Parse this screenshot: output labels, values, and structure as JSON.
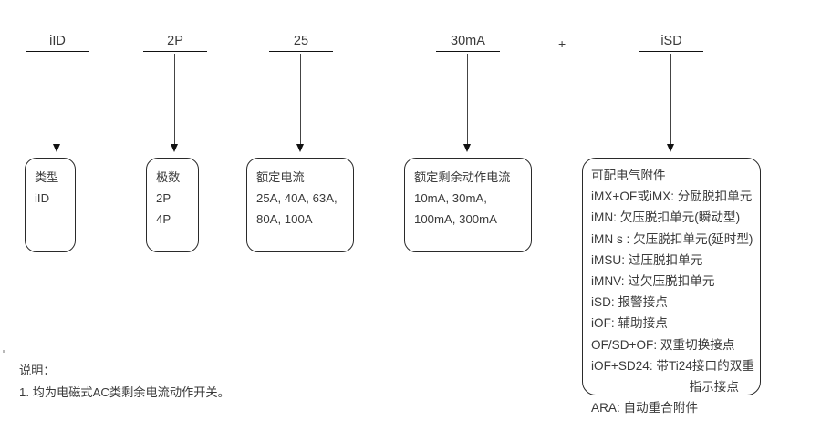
{
  "diagram": {
    "columns": [
      {
        "key": "type",
        "token": "iID",
        "box": {
          "title": "类型",
          "lines": [
            "iID"
          ]
        }
      },
      {
        "key": "poles",
        "token": "2P",
        "box": {
          "title": "极数",
          "lines": [
            "2P",
            "4P"
          ]
        }
      },
      {
        "key": "rated-current",
        "token": "25",
        "box": {
          "title": "额定电流",
          "lines": [
            "25A, 40A, 63A,",
            "80A, 100A"
          ]
        }
      },
      {
        "key": "residual-current",
        "token": "30mA",
        "box": {
          "title": "额定剩余动作电流",
          "lines": [
            "10mA, 30mA,",
            "100mA, 300mA"
          ]
        }
      },
      {
        "key": "accessory",
        "token": "iSD",
        "box": {
          "title": "可配电气附件",
          "lines": [
            "iMX+OF或iMX: 分励脱扣单元",
            "iMN: 欠压脱扣单元(瞬动型)",
            "iMN s : 欠压脱扣单元(延时型)",
            "iMSU: 过压脱扣单元",
            "iMNV: 过欠压脱扣单元",
            "iSD: 报警接点",
            "iOF: 辅助接点",
            "OF/SD+OF: 双重切换接点",
            "iOF+SD24: 带Ti24接口的双重",
            "指示接点",
            "ARA: 自动重合附件"
          ]
        }
      }
    ],
    "plus_symbol": "+"
  },
  "footnote": {
    "heading": "说明：",
    "items": [
      "1. 均为电磁式AC类剩余电流动作开关。"
    ]
  }
}
